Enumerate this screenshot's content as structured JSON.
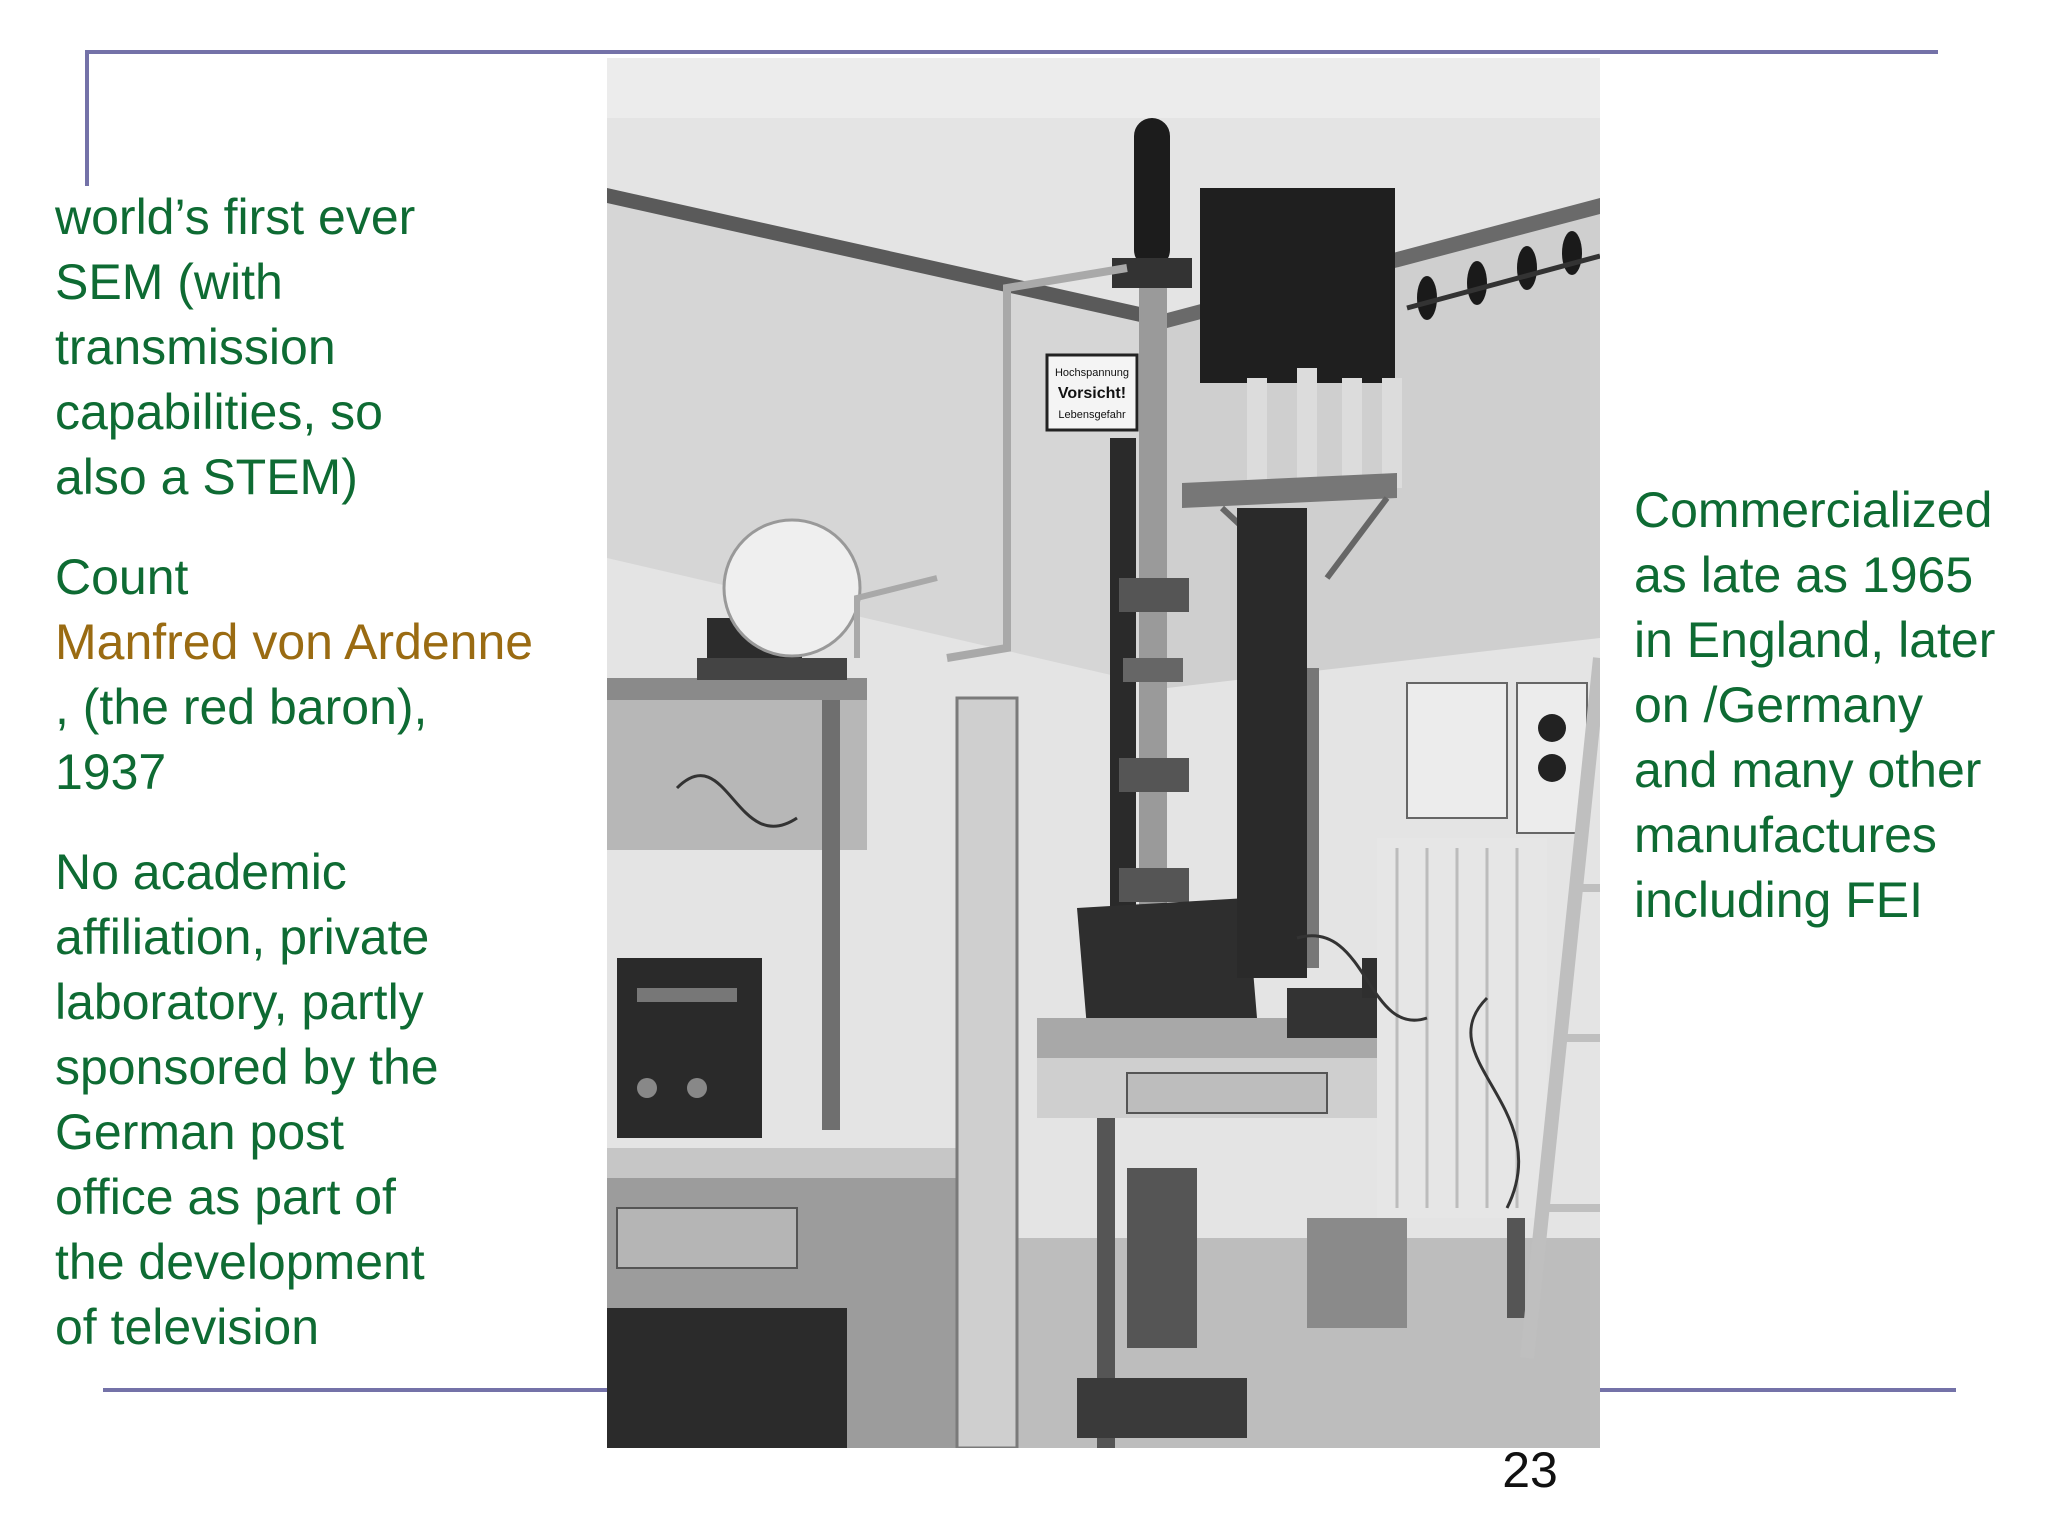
{
  "colors": {
    "text_green": "#0e6b33",
    "accent_brown": "#9a6b12",
    "rule": "#7472a8"
  },
  "left": {
    "p1": [
      "world’s first ever",
      "SEM (with",
      "transmission",
      "capabilities, so",
      "also a STEM)"
    ],
    "p2_line1": "Count",
    "p2_link": "Manfred von Ardenne",
    "p2_rest": [
      ", (the red baron),",
      "1937"
    ],
    "p3": [
      "No academic",
      "affiliation, private",
      "laboratory, partly",
      "sponsored by the",
      "German post",
      "office as part of",
      "the development",
      "of television"
    ]
  },
  "right": {
    "lines": [
      "Commercialized",
      "as late as 1965",
      "in England, later",
      "on  /Germany",
      "and many other",
      "manufactures",
      "including FEI"
    ]
  },
  "photo": {
    "sign": [
      "Hochspannung",
      "Vorsicht!",
      "Lebensgefahr"
    ]
  },
  "page_number": "23"
}
